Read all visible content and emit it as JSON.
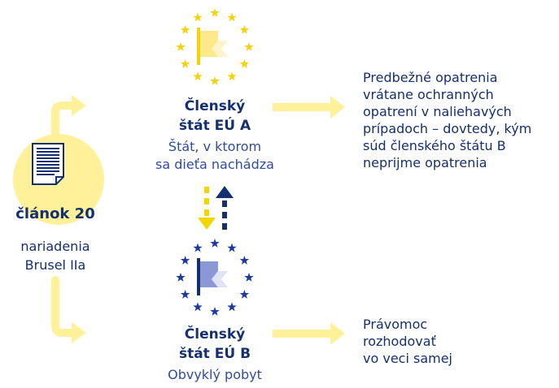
{
  "colors": {
    "yellow": "#fff199",
    "yellow_dark": "#f2d600",
    "navy": "#14306e",
    "blue": "#2f4da0",
    "flag_yellow": "#fce98a",
    "flag_blue": "#8a98d6",
    "star_yellow": "#f5d20a",
    "star_navy": "#1c3aa0"
  },
  "center": {
    "icon": "document-icon",
    "title": "článok 20",
    "line1": "nariadenia",
    "line2": "Brusel IIa"
  },
  "state_a": {
    "icon": "eu-flag-icon",
    "name_line1": "Členský",
    "name_line2": "štát EÚ A",
    "desc_line1": "Štát, v ktorom",
    "desc_line2": "sa dieťa nachádza"
  },
  "state_b": {
    "icon": "eu-flag-icon",
    "name_line1": "Členský",
    "name_line2": "štát EÚ B",
    "desc_line1": "Obvyklý pobyt"
  },
  "outcome_a": [
    "Predbežné opatrenia",
    "vrátane ochranných",
    "opatrení v naliehavých",
    "prípadoch – dovtedy, kým",
    "súd členského štátu B",
    "neprijme opatrenia"
  ],
  "outcome_b": [
    "Právomoc",
    "rozhodovať",
    "vo veci samej"
  ]
}
